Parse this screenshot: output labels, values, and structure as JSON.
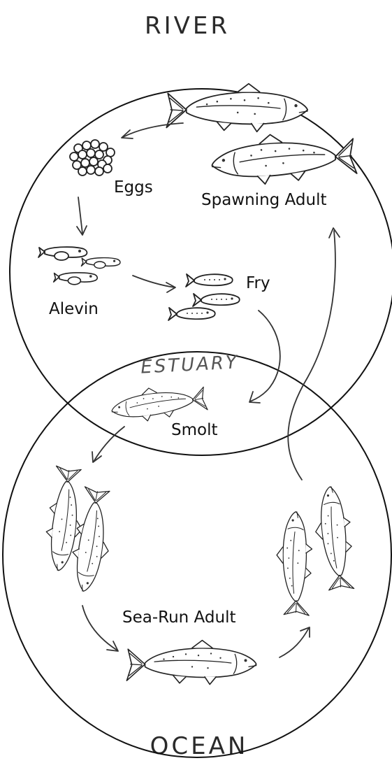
{
  "regions": {
    "river": "RIVER",
    "estuary": "ESTUARY",
    "ocean": "OCEAN"
  },
  "stages": {
    "eggs": "Eggs",
    "spawning_adult": "Spawning Adult",
    "alevin": "Alevin",
    "fry": "Fry",
    "smolt": "Smolt",
    "sea_run_adult": "Sea-Run Adult"
  },
  "colors": {
    "line": "#111111",
    "background": "#ffffff"
  }
}
